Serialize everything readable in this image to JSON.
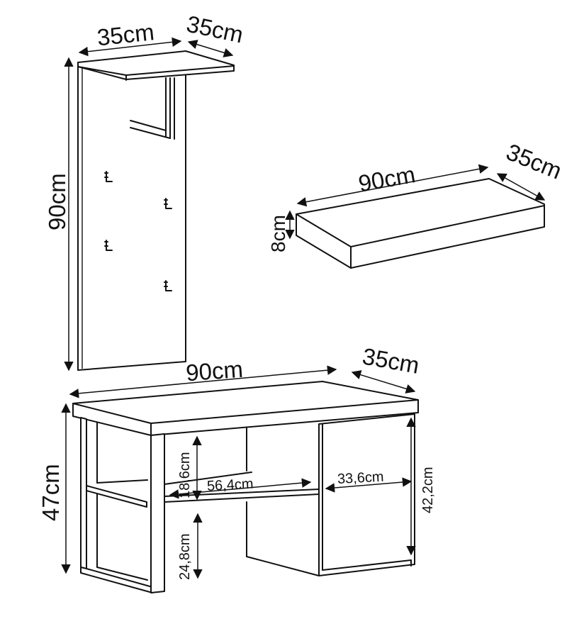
{
  "diagram": {
    "title": "",
    "components": {
      "coat_rack": {
        "labels": {
          "top_width": "35cm",
          "top_depth": "35cm",
          "height": "90cm"
        },
        "hooks": 4
      },
      "wall_shelf": {
        "labels": {
          "width": "90cm",
          "depth": "35cm",
          "thickness": "8cm"
        }
      },
      "bench": {
        "labels": {
          "width": "90cm",
          "depth": "35cm",
          "height": "47cm",
          "upper_compartment_height": "18,6cm",
          "open_shelf_width": "56,4cm",
          "cabinet_width": "33,6cm",
          "cabinet_height": "42,2cm",
          "lower_clearance_height": "24,8cm"
        }
      }
    },
    "colors": {
      "line": "#111111",
      "background": "#ffffff"
    }
  }
}
